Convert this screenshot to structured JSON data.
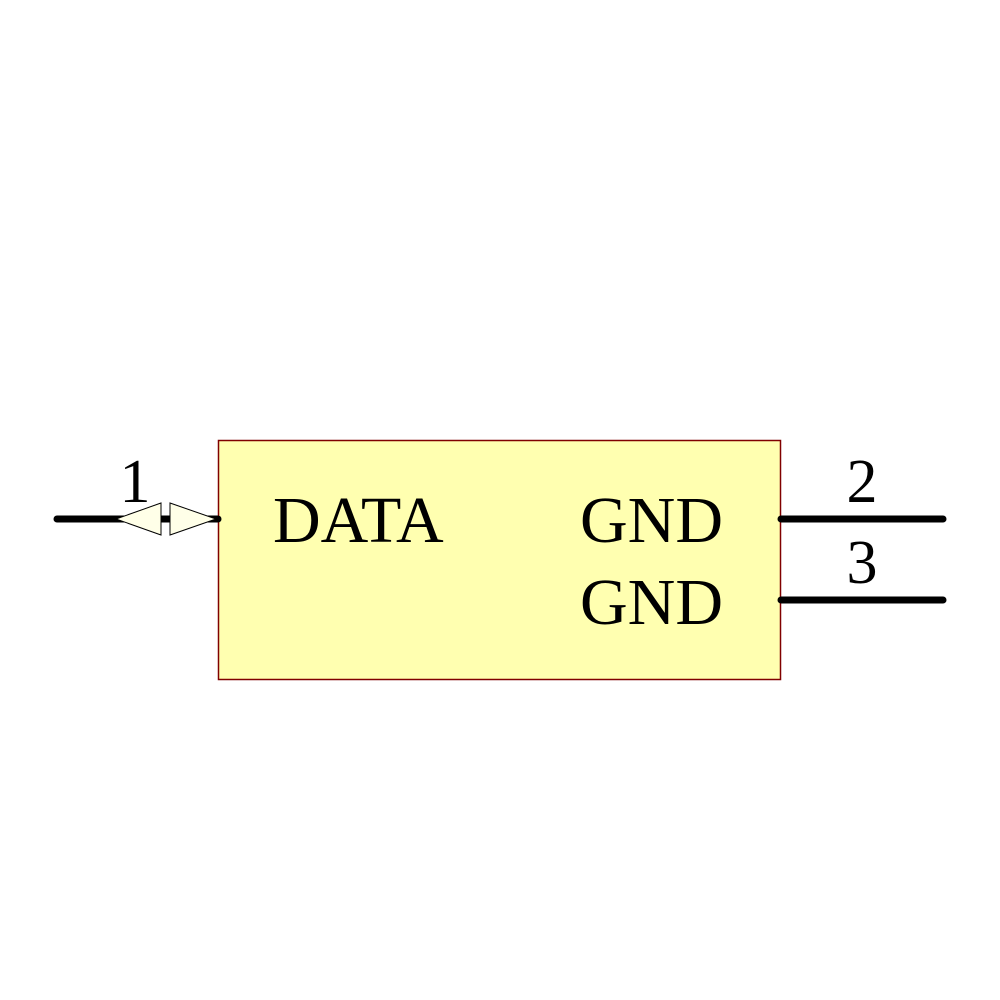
{
  "component": {
    "body_fill": "#FFFFB0",
    "body_stroke": "#800000",
    "pin_color": "#000000",
    "arrow_fill": "#FFFFE8"
  },
  "pins": [
    {
      "number": "1",
      "name": "DATA",
      "side": "left",
      "type": "bidirectional"
    },
    {
      "number": "2",
      "name": "GND",
      "side": "right",
      "type": "passive"
    },
    {
      "number": "3",
      "name": "GND",
      "side": "right",
      "type": "passive"
    }
  ]
}
